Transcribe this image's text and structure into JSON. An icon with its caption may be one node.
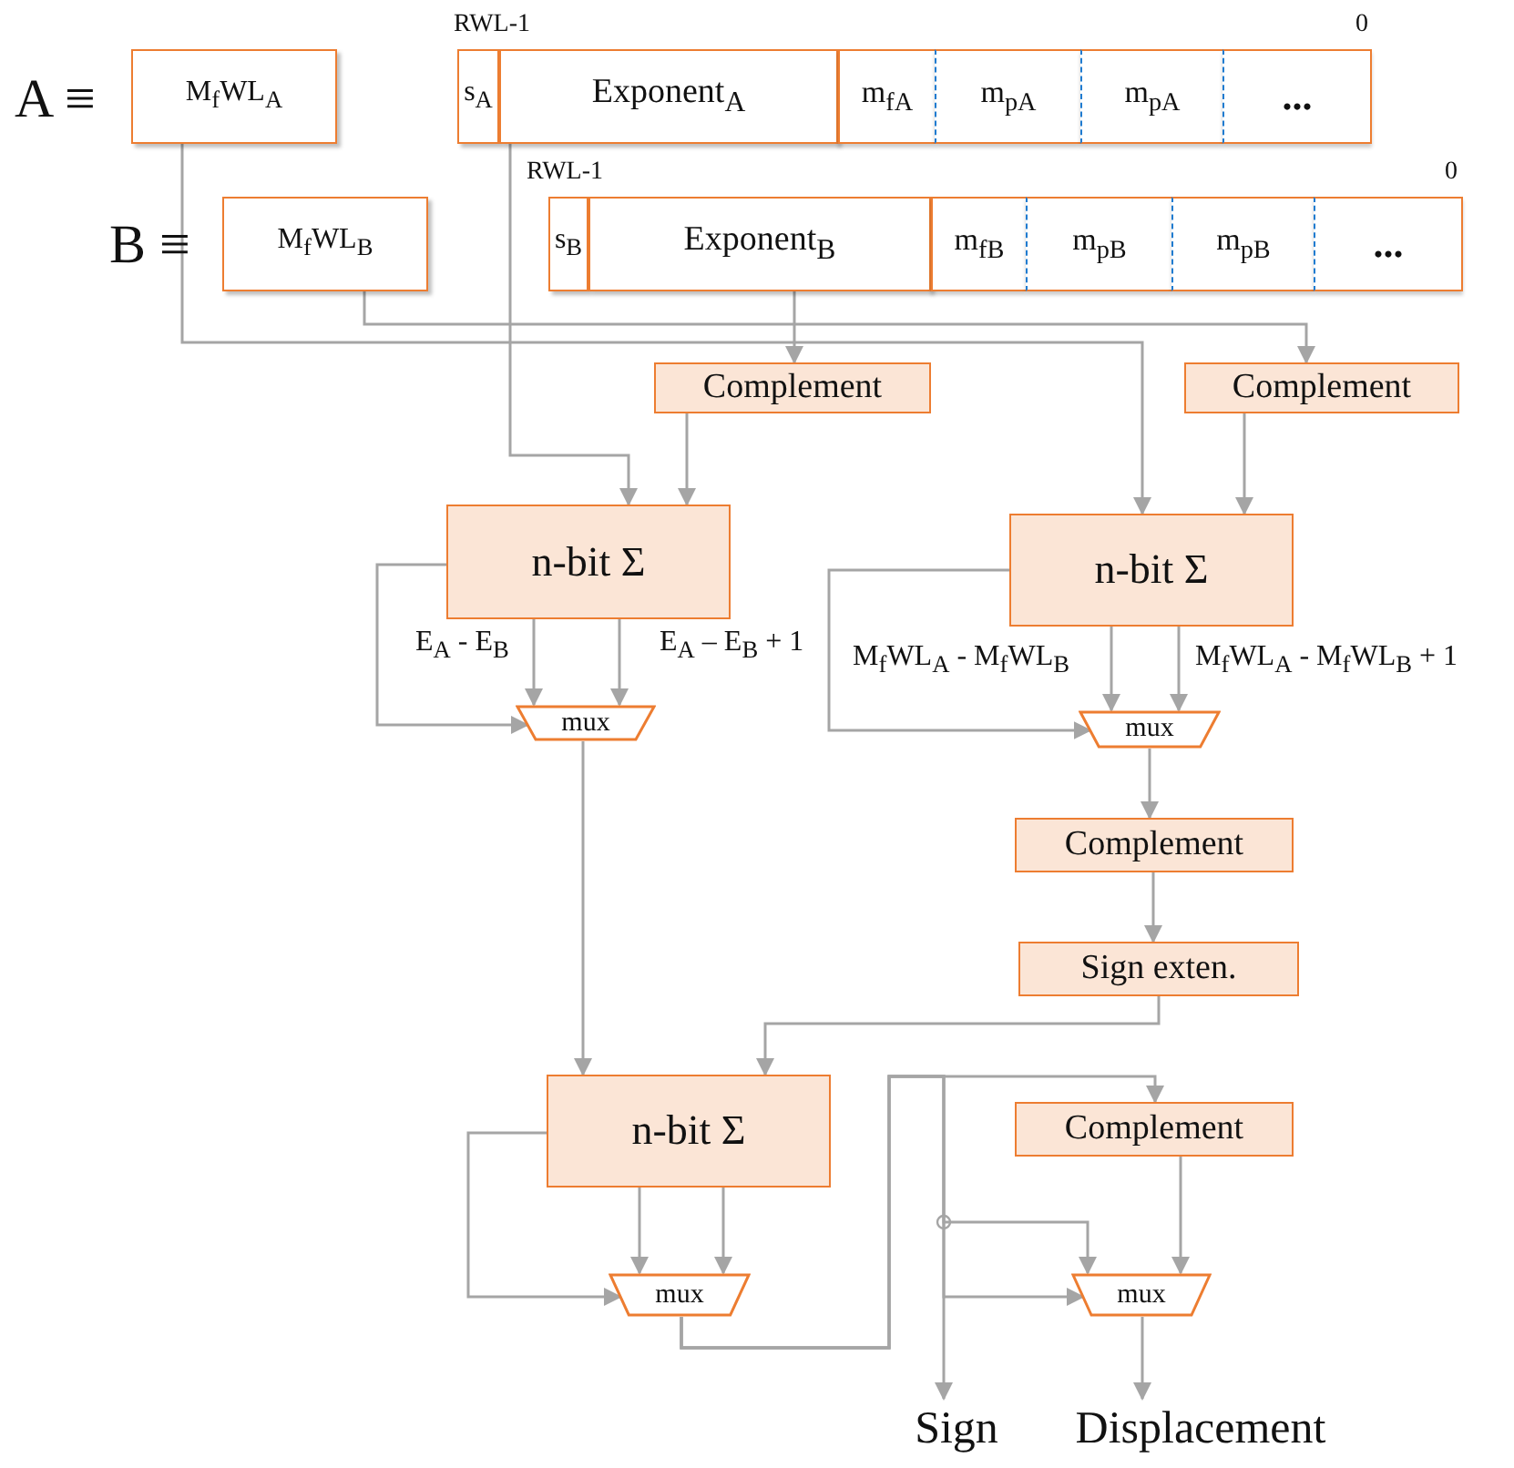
{
  "diagram": {
    "nodes": [
      {
        "text": [
          "M$_{f}$WL$_{A}$"
        ],
        "beside": [
          "A ≡"
        ]
      },
      {
        "text": [
          "s$_{A}$"
        ]
      },
      {
        "text": [
          "Exponent$_{A}$"
        ]
      },
      {
        "text": [
          "m$_{fA}$"
        ]
      },
      {
        "text": [
          "m$_{pA}$"
        ]
      },
      {
        "text": [
          "m$_{pA}$"
        ]
      },
      {
        "text": [
          "..."
        ]
      },
      {
        "text": [
          "M$_{f}$WL$_{B}$"
        ],
        "beside": [
          "B ≡"
        ]
      },
      {
        "text": [
          "s$_{B}$"
        ]
      },
      {
        "text": [
          "Exponent$_{B}$"
        ]
      },
      {
        "text": [
          "m$_{fB}$"
        ]
      },
      {
        "text": [
          "m$_{pB}$"
        ]
      },
      {
        "text": [
          "m$_{pB}$"
        ]
      },
      {
        "text": [
          "..."
        ]
      },
      {
        "text": [
          "Complement"
        ]
      },
      {
        "text": [
          "Complement"
        ]
      },
      {
        "text": [
          "n-bit Σ"
        ]
      },
      {
        "text": [
          "n-bit Σ"
        ]
      },
      {
        "text": [
          "mux"
        ]
      },
      {
        "text": [
          "mux"
        ]
      },
      {
        "text": [
          "Complement"
        ]
      },
      {
        "text": [
          "Sign exten."
        ]
      },
      {
        "text": [
          "n-bit Σ"
        ]
      },
      {
        "text": [
          "mux"
        ]
      },
      {
        "text": [
          "Complement"
        ]
      },
      {
        "text": [
          "mux"
        ]
      },
      {
        "text": [
          "Sign"
        ]
      },
      {
        "text": [
          "Displacement"
        ]
      }
    ],
    "edges": [
      {
        "from": 0,
        "to": 17,
        "arrow": "to"
      },
      {
        "from": 7,
        "to": 15,
        "arrow": "to"
      },
      {
        "from": 2,
        "to": 16,
        "arrow": "to"
      },
      {
        "from": 9,
        "to": 14,
        "arrow": "to"
      },
      {
        "from": 14,
        "to": 16,
        "arrow": "to"
      },
      {
        "from": 15,
        "to": 17,
        "arrow": "to"
      },
      {
        "from": 16,
        "to": 18,
        "arrow": "to",
        "label": "E$_{A}$ - E$_{B}$"
      },
      {
        "from": 16,
        "to": 18,
        "arrow": "to",
        "label": "E$_{A}$ – E$_{B}$ + 1"
      },
      {
        "from": 16,
        "to": 18,
        "arrow": "to"
      },
      {
        "from": 17,
        "to": 19,
        "arrow": "to",
        "label": "M$_{f}$WL$_{A}$ - M$_{f}$WL$_{B}$"
      },
      {
        "from": 17,
        "to": 19,
        "arrow": "to",
        "label": "M$_{f}$WL$_{A}$ - M$_{f}$WL$_{B}$ + 1"
      },
      {
        "from": 17,
        "to": 19,
        "arrow": "to"
      },
      {
        "from": 19,
        "to": 20,
        "arrow": "to"
      },
      {
        "from": 20,
        "to": 21,
        "arrow": "to"
      },
      {
        "from": 18,
        "to": 22,
        "arrow": "to"
      },
      {
        "from": 21,
        "to": 22,
        "arrow": "to"
      },
      {
        "from": 22,
        "to": 23,
        "arrow": "to"
      },
      {
        "from": 22,
        "to": 23,
        "arrow": "to"
      },
      {
        "from": 22,
        "to": 23,
        "arrow": "to"
      },
      {
        "from": 23,
        "to": 24,
        "arrow": "to"
      },
      {
        "from": 23,
        "to": 26,
        "arrow": "to"
      },
      {
        "from": 23,
        "to": 25,
        "arrow": "to"
      },
      {
        "from": 23,
        "to": 25,
        "arrow": "to"
      },
      {
        "from": 24,
        "to": 25,
        "arrow": "to"
      },
      {
        "from": 25,
        "to": 27,
        "arrow": "to"
      }
    ],
    "labels": [
      "RWL-1",
      "0",
      "RWL-1",
      "0"
    ]
  }
}
